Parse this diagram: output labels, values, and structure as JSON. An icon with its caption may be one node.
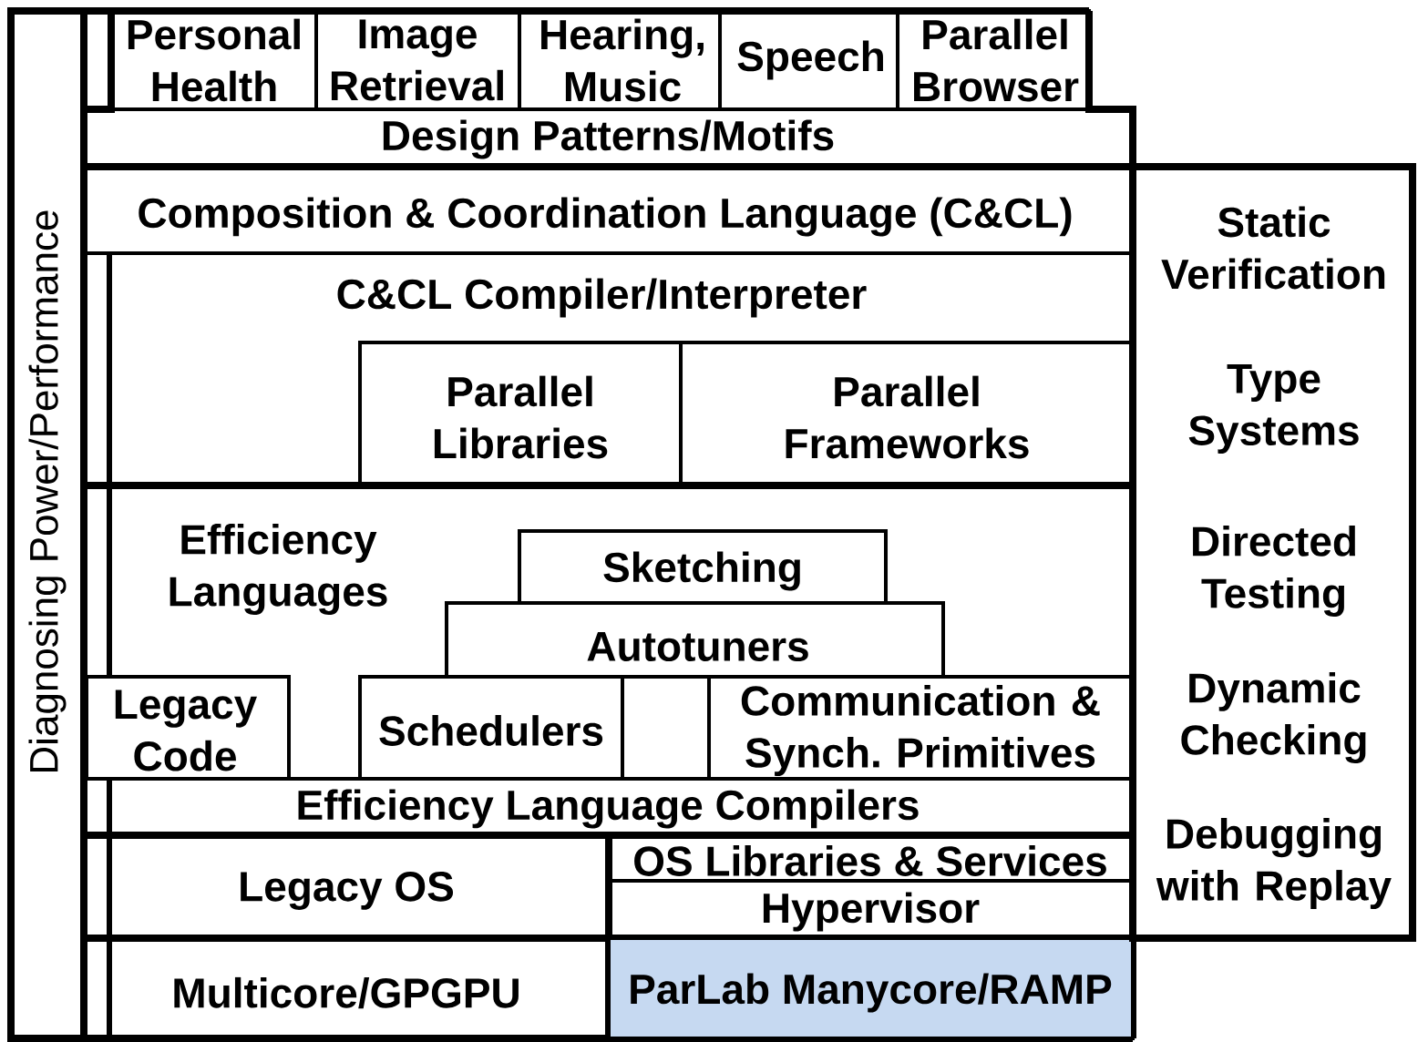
{
  "diagram": {
    "nodes": [
      {
        "text": [
          "Diagnosing Power/Performance"
        ]
      },
      {
        "text": [
          "Personal Health"
        ]
      },
      {
        "text": [
          "Image Retrieval"
        ]
      },
      {
        "text": [
          "Hearing, Music"
        ]
      },
      {
        "text": [
          "Speech"
        ]
      },
      {
        "text": [
          "Parallel Browser"
        ]
      },
      {
        "text": [
          "Design Patterns/Motifs"
        ]
      },
      {
        "text": [
          "Composition & Coordination Language (C&CL)"
        ]
      },
      {
        "text": [
          "C&CL Compiler/Interpreter"
        ]
      },
      {
        "text": [
          "Parallel Libraries"
        ],
        "in": 8
      },
      {
        "text": [
          "Parallel Frameworks"
        ],
        "in": 8
      },
      {
        "text": [
          "Efficiency Languages"
        ]
      },
      {
        "text": [
          "Sketching"
        ],
        "in": 11
      },
      {
        "text": [
          "Autotuners"
        ],
        "in": 11
      },
      {
        "text": [
          "Legacy Code"
        ],
        "in": 11
      },
      {
        "text": [
          "Schedulers"
        ],
        "in": 11
      },
      {
        "text": [
          "Communication & Synch. Primitives"
        ],
        "in": 11
      },
      {
        "text": [
          "Efficiency Language Compilers"
        ]
      },
      {
        "text": [
          "Legacy OS"
        ]
      },
      {
        "text": [
          "OS Libraries & Services"
        ]
      },
      {
        "text": [
          "Hypervisor"
        ]
      },
      {
        "text": [
          "Multicore/GPGPU"
        ]
      },
      {
        "text": [
          "ParLab Manycore/RAMP"
        ]
      },
      {
        "text": [
          "Static Verification",
          "Type Systems",
          "Directed Testing",
          "Dynamic Checking",
          "Debugging with Replay"
        ]
      }
    ]
  }
}
